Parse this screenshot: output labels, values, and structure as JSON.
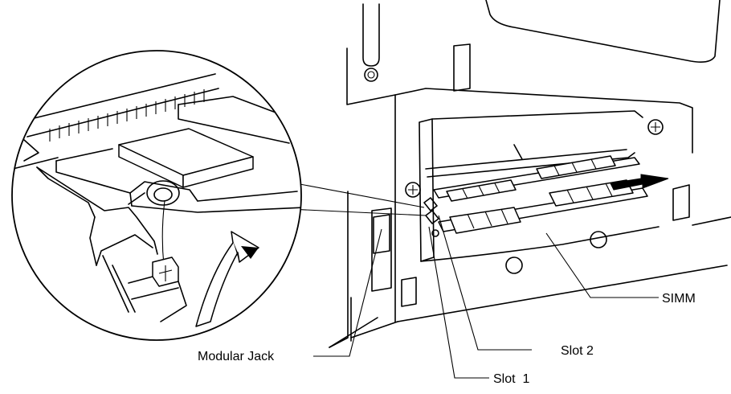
{
  "labels": {
    "simm": "SIMM",
    "slot2": "Slot 2",
    "modular_jack": "Modular Jack",
    "slot1": "Slot  1"
  }
}
